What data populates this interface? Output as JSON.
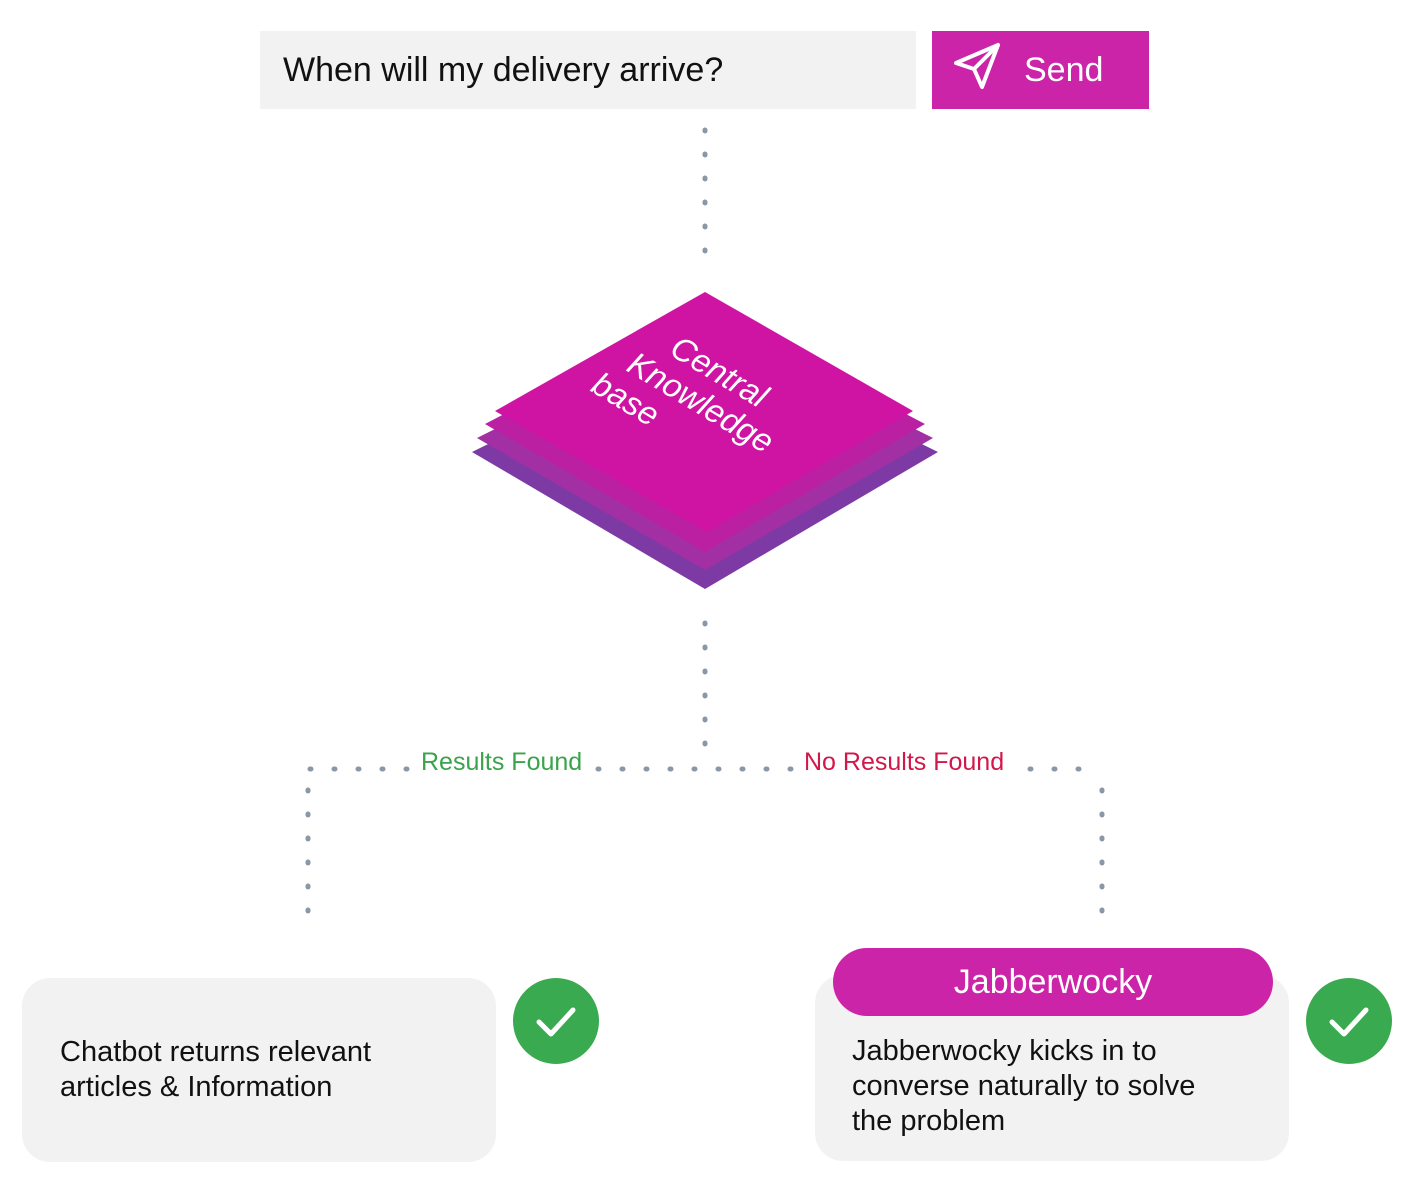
{
  "query": {
    "text": "When will my delivery arrive?",
    "send_label": "Send",
    "send_icon": "paper-plane-icon"
  },
  "knowledge_base": {
    "label_lines": [
      "Central",
      "Knowledge",
      "base"
    ]
  },
  "branches": {
    "found_label": "Results Found",
    "not_found_label": "No Results Found"
  },
  "outcome_found": {
    "lines": [
      "Chatbot returns relevant",
      "articles & Information"
    ],
    "icon": "check-circle-icon"
  },
  "outcome_not_found": {
    "badge": "Jabberwocky",
    "lines": [
      "Jabberwocky kicks in to",
      "converse naturally to solve",
      "the problem"
    ],
    "icon": "check-circle-icon"
  },
  "colors": {
    "accent": "#cc24a8",
    "kb_top": "#cf13a2",
    "kb_layer_1": "#bb20a3",
    "kb_layer_2": "#a32fa5",
    "kb_layer_3": "#7d3aa4",
    "found": "#3aa34b",
    "not_found": "#d2174a",
    "check": "#3aaa50",
    "connector": "#8a97a6",
    "card_bg": "#f2f2f2"
  }
}
